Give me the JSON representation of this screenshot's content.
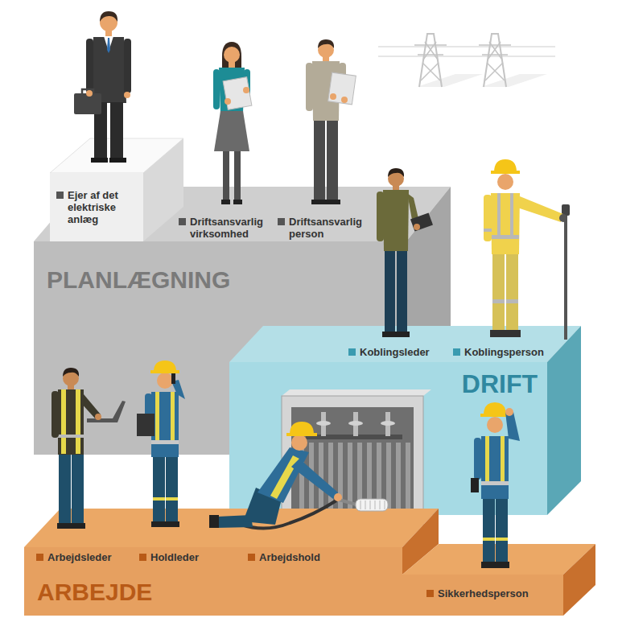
{
  "diagram": {
    "nodes": [
      {
        "text": [
          "Ejer af det elektriske anlæg"
        ]
      },
      {
        "text": [
          "PLANLÆGNING"
        ]
      },
      {
        "text": [
          "DRIFT"
        ]
      },
      {
        "text": [
          "ARBEJDE"
        ]
      }
    ],
    "labels": [
      "Driftsansvarlig virksomhed",
      "Driftsansvarlig person",
      "Koblingsleder",
      "Koblingsperson",
      "Arbejdsleder",
      "Holdleder",
      "Arbejdshold",
      "Sikkerhedsperson"
    ]
  }
}
